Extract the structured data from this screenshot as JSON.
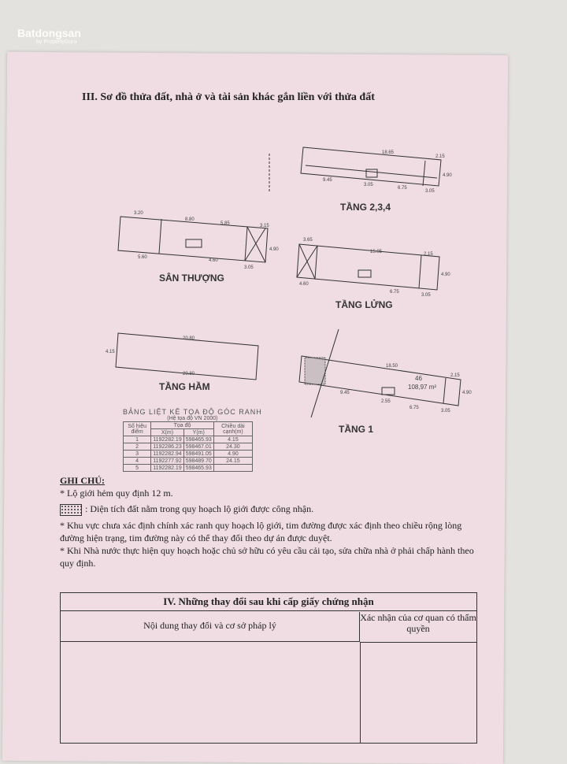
{
  "watermark": {
    "brand": "Batdongsan",
    "sub": "by PropertyGuru"
  },
  "section3": {
    "title": "III. Sơ đồ thửa đất, nhà ở và tài sản khác gắn liền với thửa đất"
  },
  "diagrams": {
    "floor_234": {
      "label": "TẦNG 2,3,4",
      "dims": [
        "18.65",
        "2.15",
        "4.90",
        "9.45",
        "3.05",
        "6.75",
        "3.05"
      ]
    },
    "rooftop": {
      "label": "SÂN THƯỢNG",
      "dims": [
        "3.20",
        "8.80",
        "5.85",
        "3.15",
        "4.90",
        "5.60",
        "4.60",
        "3.05"
      ]
    },
    "mezzanine": {
      "label": "TẦNG LỬNG",
      "dims": [
        "3.65",
        "15.05",
        "2.15",
        "4.60",
        "4.90",
        "6.75",
        "3.05"
      ]
    },
    "basement": {
      "label": "TẦNG HẦM",
      "dims": [
        "20.80",
        "20.80",
        "4.15"
      ]
    },
    "floor1": {
      "label": "TẦNG 1",
      "parcel_no": "46",
      "area": "108,97 m²",
      "dims": [
        "18.50",
        "2.15",
        "4.90",
        "9.45",
        "2.55",
        "6.75",
        "3.05"
      ]
    }
  },
  "coord_table": {
    "title": "BẢNG LIỆT KÊ TỌA ĐỘ GÓC RANH",
    "subtitle": "(Hệ tọa độ VN 2000)",
    "headers": {
      "point": "Số hiệu điểm",
      "coords": "Tọa độ",
      "x": "X(m)",
      "y": "Y(m)",
      "edge": "Chiều dài cạnh(m)"
    },
    "rows": [
      {
        "point": "1",
        "x": "1192282.19",
        "y": "598465.93",
        "edge": "4.15"
      },
      {
        "point": "2",
        "x": "1192286.23",
        "y": "598467.01",
        "edge": "24.30"
      },
      {
        "point": "3",
        "x": "1192282.94",
        "y": "598491.05",
        "edge": "4.90"
      },
      {
        "point": "4",
        "x": "1192277.92",
        "y": "598489.70",
        "edge": "24.15"
      },
      {
        "point": "5",
        "x": "1192282.19",
        "y": "598465.93",
        "edge": ""
      }
    ]
  },
  "notes": {
    "heading": "GHI CHÚ:",
    "items": [
      "* Lộ giới hẻm quy định 12 m.",
      ": Diện tích đất nằm trong quy hoạch lộ giới được công nhận.",
      "* Khu vực chưa xác định chính xác ranh quy hoạch lộ giới, tim đường được xác định theo chiều rộng lòng đường hiện trạng, tim đường này có thể thay đổi theo dự án được duyệt.",
      "* Khi Nhà nước thực hiện quy hoạch hoặc chủ sở hữu có yêu cầu cải tạo, sửa chữa nhà ở phải chấp hành theo quy định."
    ]
  },
  "section4": {
    "title": "IV. Những thay đổi sau khi cấp giấy chứng nhận",
    "col1": "Nội dung thay đổi và cơ sở pháp lý",
    "col2": "Xác nhận của cơ quan có thẩm quyền"
  }
}
